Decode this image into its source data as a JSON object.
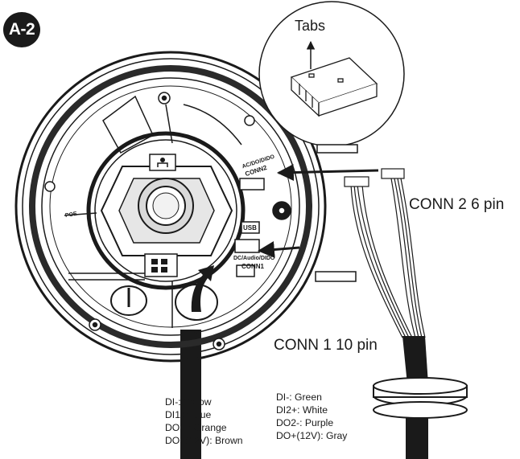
{
  "figure": {
    "badge": "A-2",
    "callouts": {
      "tabs": "Tabs",
      "conn2": "CONN 2 6 pin",
      "conn1": "CONN 1 10 pin"
    },
    "board_labels": {
      "poe": "POE",
      "usb": "USB",
      "conn2_label": "CONN2",
      "conn2_sub": "AC/DO/DIDO",
      "conn1_label": "CONN1",
      "conn1_sub": "DC/Audio/DIDO"
    },
    "wiring_left": [
      "DI-: Yellow",
      "DI1+: Blue",
      "DO1-: Orange",
      "DO+(12V): Brown"
    ],
    "wiring_right": [
      "DI-: Green",
      "DI2+: White",
      "DO2-: Purple",
      "DO+(12V): Gray"
    ]
  }
}
